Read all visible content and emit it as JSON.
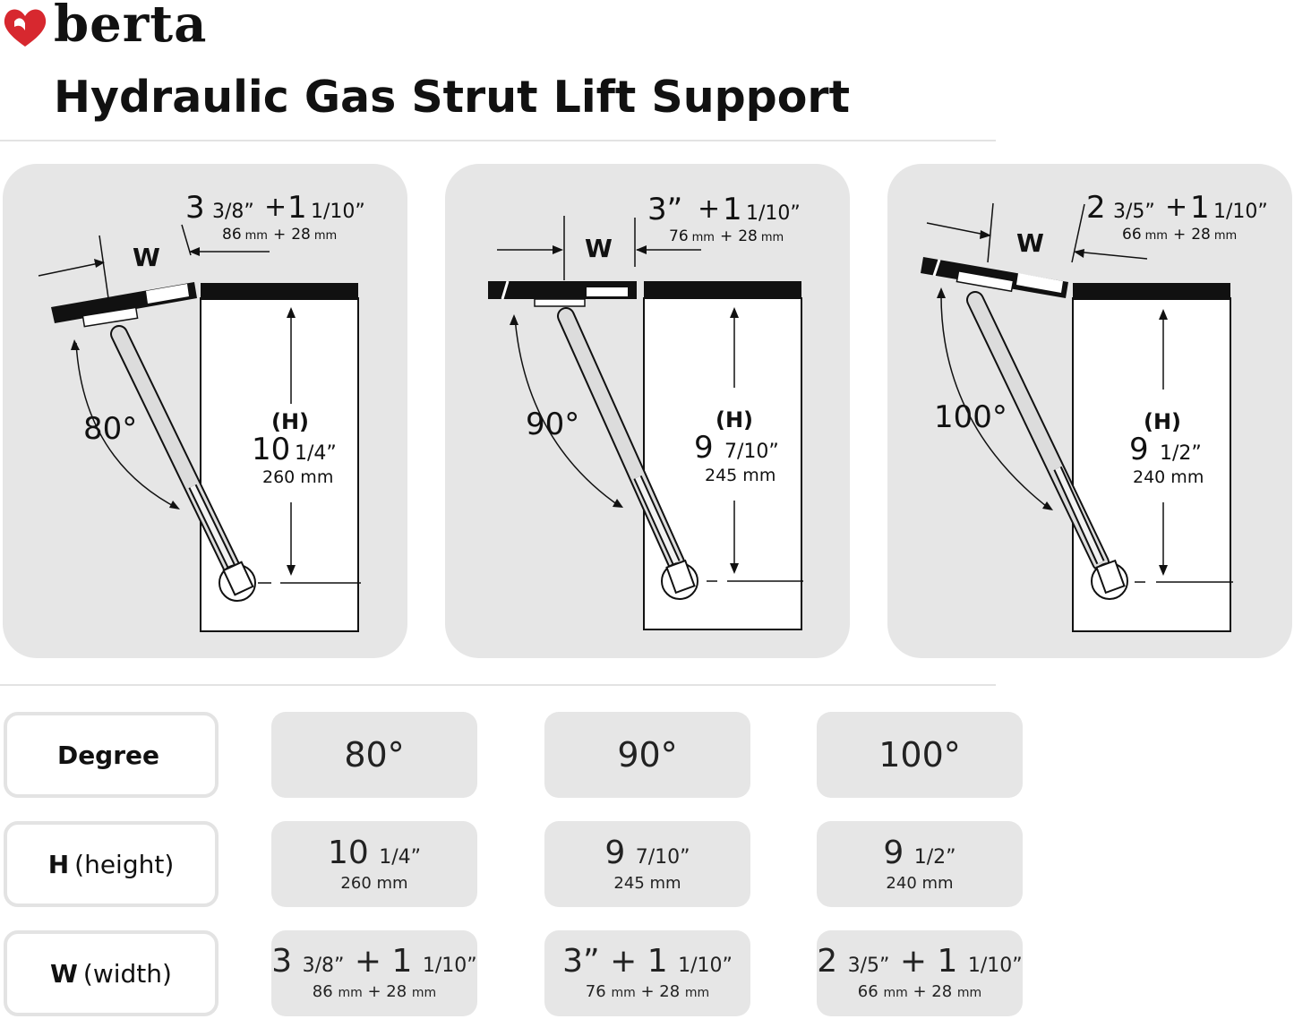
{
  "brand": {
    "name": "berta",
    "color": "#d7282f"
  },
  "title": "Hydraulic Gas Strut Lift Support",
  "panels": [
    {
      "angle": "80°",
      "w_whole": "3",
      "w_frac": "3/8”",
      "w_plus": "+",
      "w_add_whole": "1",
      "w_add_frac": "1/10”",
      "w_mm": "86",
      "w_mm_add": "28",
      "w_label": "W",
      "h_label": "(H)",
      "h_whole": "10",
      "h_frac": "1/4”",
      "h_mm": "260 mm"
    },
    {
      "angle": "90°",
      "w_whole": "3”",
      "w_frac": "",
      "w_plus": "+",
      "w_add_whole": "1",
      "w_add_frac": "1/10”",
      "w_mm": "76",
      "w_mm_add": "28",
      "w_label": "W",
      "h_label": "(H)",
      "h_whole": "9",
      "h_frac": "7/10”",
      "h_mm": "245 mm"
    },
    {
      "angle": "100°",
      "w_whole": "2",
      "w_frac": "3/5”",
      "w_plus": "+",
      "w_add_whole": "1",
      "w_add_frac": "1/10”",
      "w_mm": "66",
      "w_mm_add": "28",
      "w_label": "W",
      "h_label": "(H)",
      "h_whole": "9",
      "h_frac": "1/2”",
      "h_mm": "240 mm"
    }
  ],
  "units": {
    "mm": "mm",
    "plus": "+"
  },
  "table": {
    "rows": [
      {
        "label_bold": "Degree",
        "label_rest": ""
      },
      {
        "label_bold": "H",
        "label_rest": "(height)"
      },
      {
        "label_bold": "W",
        "label_rest": "(width)"
      }
    ],
    "degree": [
      "80°",
      "90°",
      "100°"
    ],
    "height": [
      {
        "whole": "10",
        "frac": "1/4”",
        "mm": "260 mm"
      },
      {
        "whole": "9",
        "frac": "7/10”",
        "mm": "245 mm"
      },
      {
        "whole": "9",
        "frac": "1/2”",
        "mm": "240 mm"
      }
    ],
    "width": [
      {
        "whole": "3",
        "frac": "3/8”",
        "add_whole": "1",
        "add_frac": "1/10”",
        "mm": "86",
        "mm_add": "28"
      },
      {
        "whole": "3”",
        "frac": "",
        "add_whole": "1",
        "add_frac": "1/10”",
        "mm": "76",
        "mm_add": "28"
      },
      {
        "whole": "2",
        "frac": "3/5”",
        "add_whole": "1",
        "add_frac": "1/10”",
        "mm": "66",
        "mm_add": "28"
      }
    ]
  }
}
